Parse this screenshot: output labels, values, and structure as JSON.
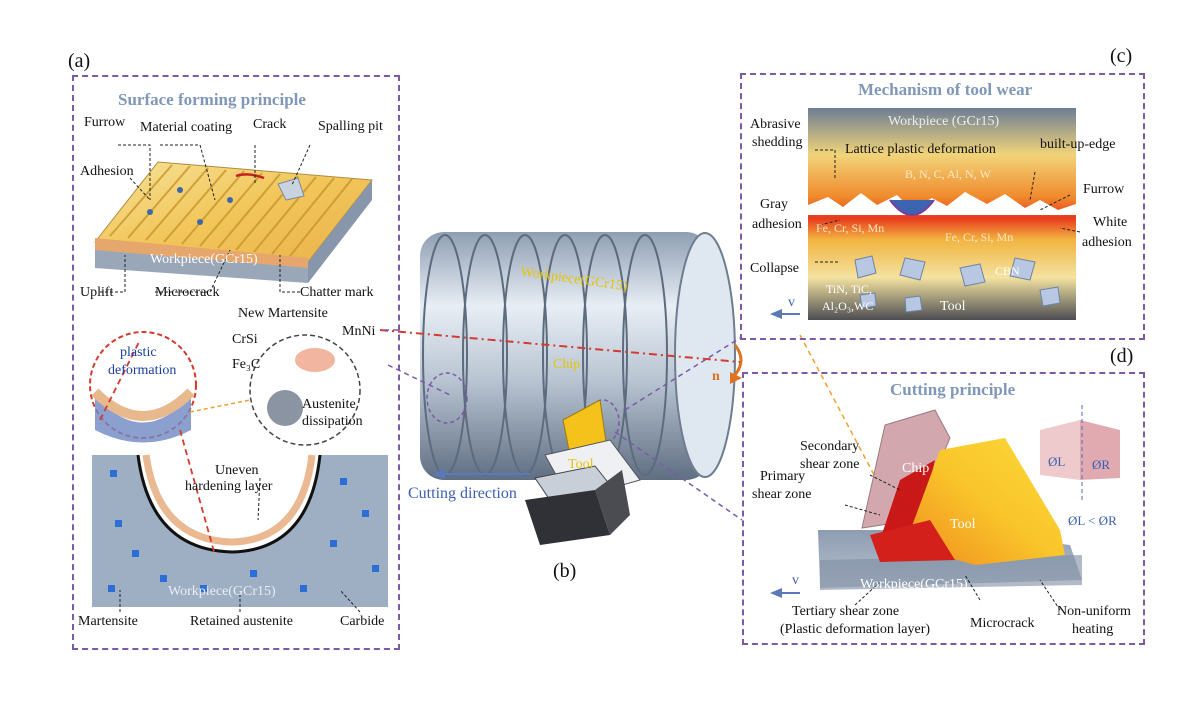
{
  "panel_a": {
    "tag": "(a)",
    "title": "Surface forming principle",
    "labels": {
      "furrow": "Furrow",
      "material_coating": "Material coating",
      "crack": "Crack",
      "spalling_pit": "Spalling pit",
      "adhesion": "Adhesion",
      "workpiece": "Workpiece(GCr15)",
      "uplift": "Uplift",
      "microcrack": "Microcrack",
      "chatter_mark": "Chatter mark",
      "new_martensite": "New Martensite",
      "mnni": "MnNi",
      "crsi": "CrSi",
      "fe3c": "Fe₃C",
      "plastic": "plastic",
      "deformation": "deformation",
      "austenite": "Austenite",
      "dissipation": "dissipation",
      "uneven": "Uneven",
      "hardening_layer": "hardening layer",
      "workpiece_bottom": "Workpiece(GCr15)",
      "martensite": "Martensite",
      "retained_austenite": "Retained austenite",
      "carbide": "Carbide"
    }
  },
  "panel_b": {
    "tag": "(b)",
    "labels": {
      "workpiece": "Workpiece(GCr15)",
      "chip": "Chip",
      "tool": "Tool",
      "cutting_direction": "Cutting direction",
      "rotation": "n"
    }
  },
  "panel_c": {
    "tag": "(c)",
    "title": "Mechanism of tool wear",
    "labels": {
      "workpiece": "Workpiece (GCr15)",
      "abrasive_1": "Abrasive",
      "abrasive_2": "shedding",
      "lattice": "Lattice plastic deformation",
      "bue": "built-up-edge",
      "elements": "B, N, C, Al, N, W",
      "furrow": "Furrow",
      "gray_1": "Gray",
      "gray_2": "adhesion",
      "white_1": "White",
      "white_2": "adhesion",
      "fe_left": "Fe, Cr, Si, Mn",
      "fe_right": "Fe, Cr, Si, Mn",
      "collapse": "Collapse",
      "cbn": "CBN",
      "tin_1": "TiN, TiC,",
      "tin_2": "Al₂O₃,WC",
      "tool": "Tool",
      "v": "v"
    }
  },
  "panel_d": {
    "tag": "(d)",
    "title": "Cutting principle",
    "labels": {
      "secondary_1": "Secondary",
      "secondary_2": "shear zone",
      "chip": "Chip",
      "primary_1": "Primary",
      "primary_2": "shear zone",
      "tool": "Tool",
      "workpiece": "Workpiece(GCr15)",
      "v": "v",
      "tertiary_1": "Tertiary shear zone",
      "tertiary_2": "(Plastic deformation layer)",
      "microcrack": "Microcrack",
      "nonuniform_1": "Non-uniform",
      "nonuniform_2": "heating",
      "phi_l": "ØL",
      "phi_r": "ØR",
      "phi_cmp": "ØL < ØR"
    }
  },
  "colors": {
    "panel_border": "#7b5aa6",
    "title": "#7f97b8",
    "red_dash": "#d43a2f",
    "orange_dash": "#f0a030"
  }
}
